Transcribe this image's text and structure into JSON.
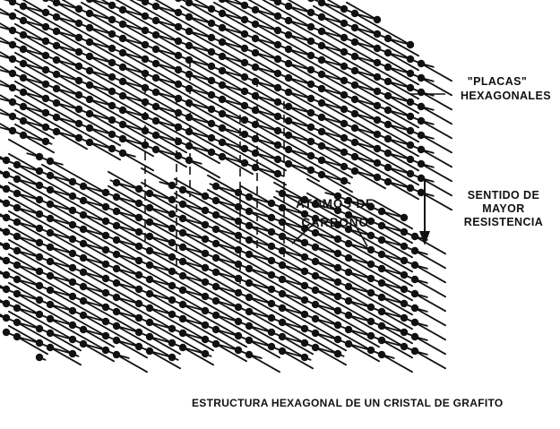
{
  "labels": {
    "plates_line1": "\"PLACAS\"",
    "plates_line2": "HEXAGONALES",
    "atoms_line1": "ATOMOS DE",
    "atoms_line2": "CARBONO",
    "direction_line1": "SENTIDO DE",
    "direction_line2": "MAYOR",
    "direction_line3": "RESISTENCIA"
  },
  "caption": "ESTRUCTURA HEXAGONAL DE UN CRISTAL DE GRAFITO",
  "colors": {
    "ink": "#111111",
    "background": "#ffffff"
  }
}
